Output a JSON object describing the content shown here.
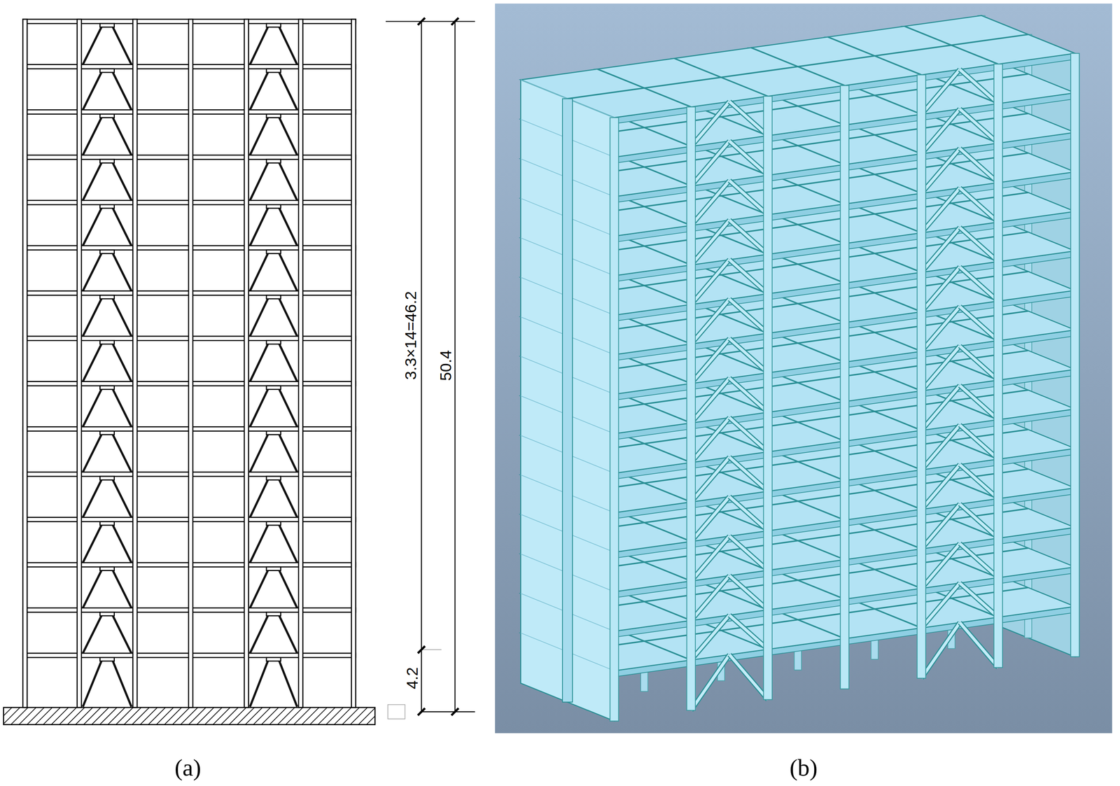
{
  "diagram": {
    "labels": [
      "3.3×14=46.2",
      "50.4",
      "4.2",
      "(a)",
      "(b)"
    ]
  }
}
